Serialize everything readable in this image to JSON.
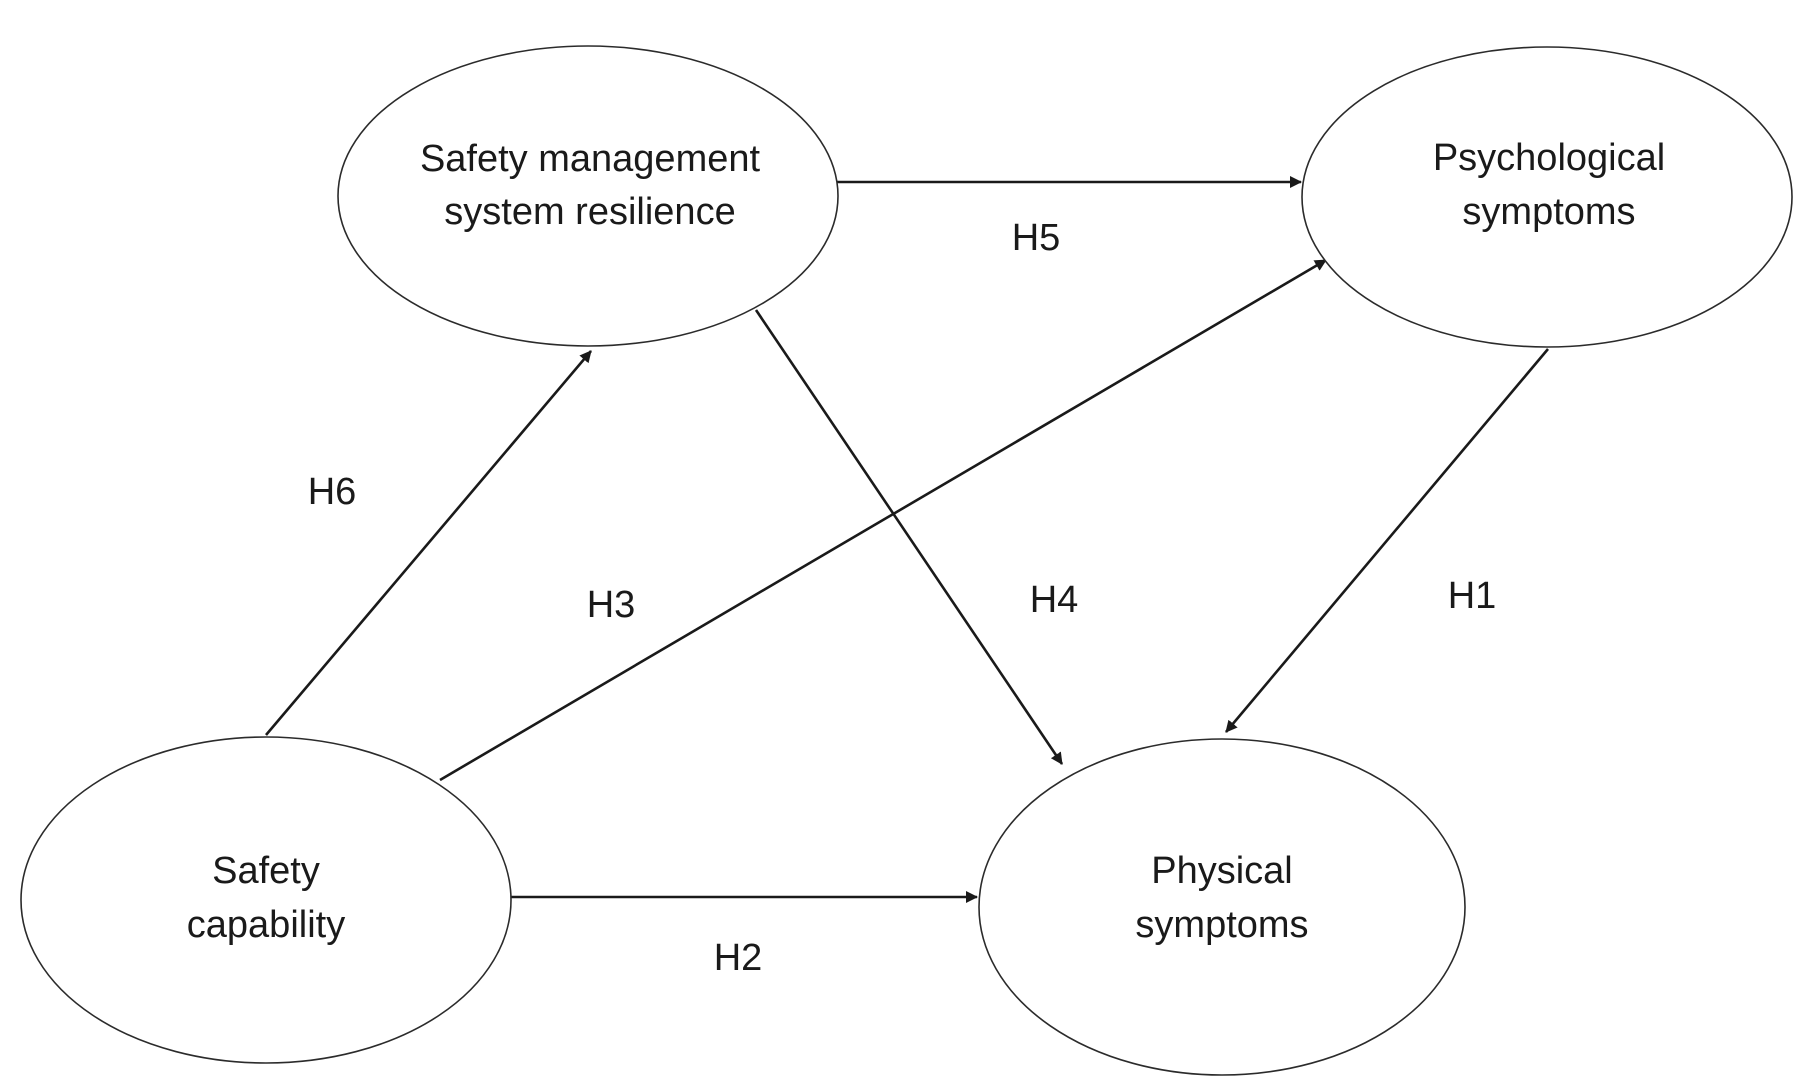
{
  "diagram": {
    "type": "path-model",
    "nodes": {
      "smsr": {
        "lines": [
          "Safety management",
          "system resilience"
        ]
      },
      "psych": {
        "lines": [
          "Psychological",
          "symptoms"
        ]
      },
      "cap": {
        "lines": [
          "Safety",
          "capability"
        ]
      },
      "phys": {
        "lines": [
          "Physical",
          "symptoms"
        ]
      }
    },
    "edges": {
      "h5": {
        "from": "Safety management system resilience",
        "to": "Psychological symptoms",
        "label": "H5"
      },
      "h6": {
        "from": "Safety capability",
        "to": "Safety management system resilience",
        "label": "H6"
      },
      "h3": {
        "from": "Safety capability",
        "to": "Psychological symptoms",
        "label": "H3"
      },
      "h4": {
        "from": "Safety management system resilience",
        "to": "Physical symptoms",
        "label": "H4"
      },
      "h1": {
        "from": "Psychological symptoms",
        "to": "Physical symptoms",
        "label": "H1"
      },
      "h2": {
        "from": "Safety capability",
        "to": "Physical symptoms",
        "label": "H2"
      }
    },
    "colors": {
      "stroke": "#1a1a1a",
      "fill": "#ffffff"
    }
  }
}
